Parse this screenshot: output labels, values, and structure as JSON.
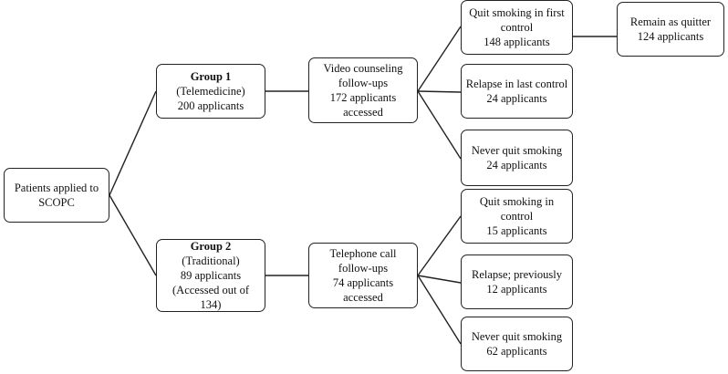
{
  "root": {
    "lines": [
      "Patients applied to",
      "SCOPC"
    ]
  },
  "group1": {
    "title": "Group 1",
    "lines": [
      "(Telemedicine)",
      "200 applicants"
    ]
  },
  "group1_followup": {
    "lines": [
      "Video counseling",
      "follow-ups",
      "172 applicants",
      "accessed"
    ]
  },
  "g1_quit": {
    "lines": [
      "Quit smoking in first",
      "control",
      "148 applicants"
    ]
  },
  "g1_remain": {
    "lines": [
      "Remain as quitter",
      "124 applicants"
    ]
  },
  "g1_relapse": {
    "lines": [
      "Relapse in last control",
      "24 applicants"
    ]
  },
  "g1_never": {
    "lines": [
      "Never quit smoking",
      "24 applicants"
    ]
  },
  "group2": {
    "title": "Group 2",
    "lines": [
      "(Traditional)",
      "89 applicants",
      "(Accessed out of 134)"
    ]
  },
  "group2_followup": {
    "lines": [
      "Telephone call",
      "follow-ups",
      "74 applicants",
      "accessed"
    ]
  },
  "g2_quit": {
    "lines": [
      "Quit smoking in",
      "control",
      "15 applicants"
    ]
  },
  "g2_relapse": {
    "lines": [
      "Relapse; previously",
      "12 applicants"
    ]
  },
  "g2_never": {
    "lines": [
      "Never quit smoking",
      "62 applicants"
    ]
  }
}
